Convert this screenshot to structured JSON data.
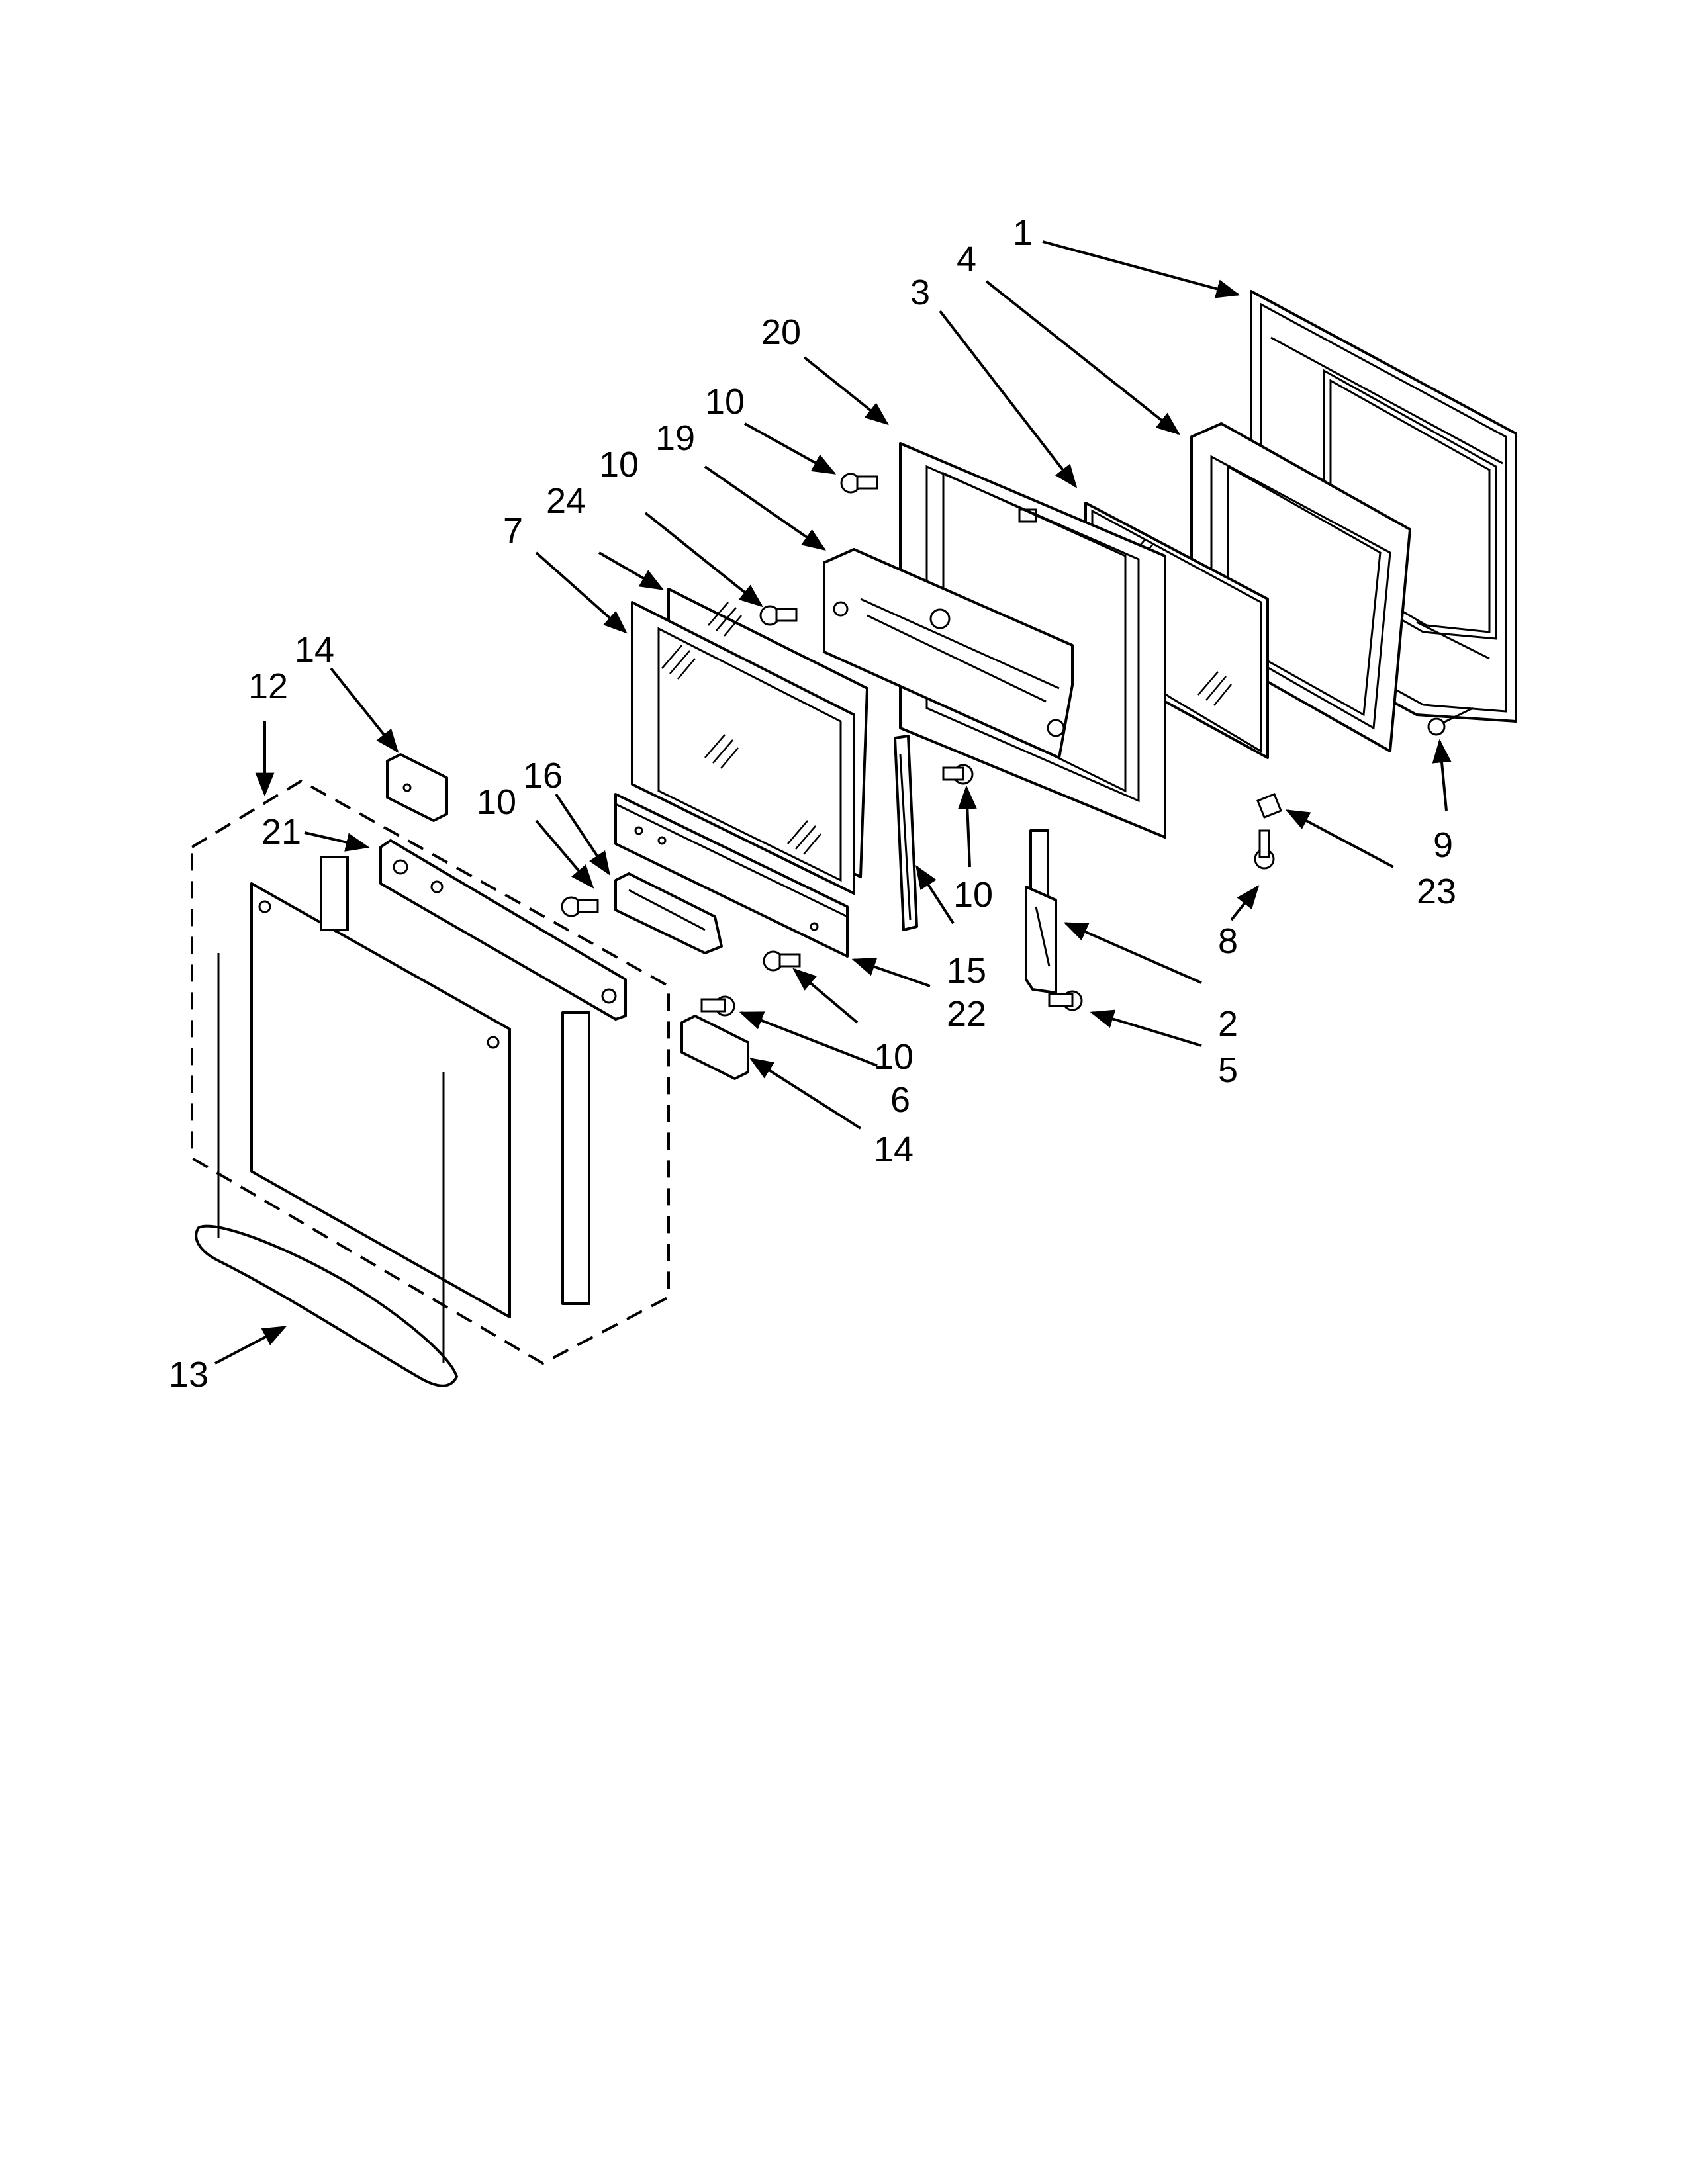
{
  "diagram": {
    "callouts": [
      "1",
      "4",
      "3",
      "20",
      "10",
      "19",
      "10",
      "24",
      "7",
      "14",
      "12",
      "16",
      "10",
      "21",
      "10",
      "15",
      "22",
      "10",
      "6",
      "14",
      "13",
      "2",
      "5",
      "8",
      "23",
      "9"
    ]
  }
}
